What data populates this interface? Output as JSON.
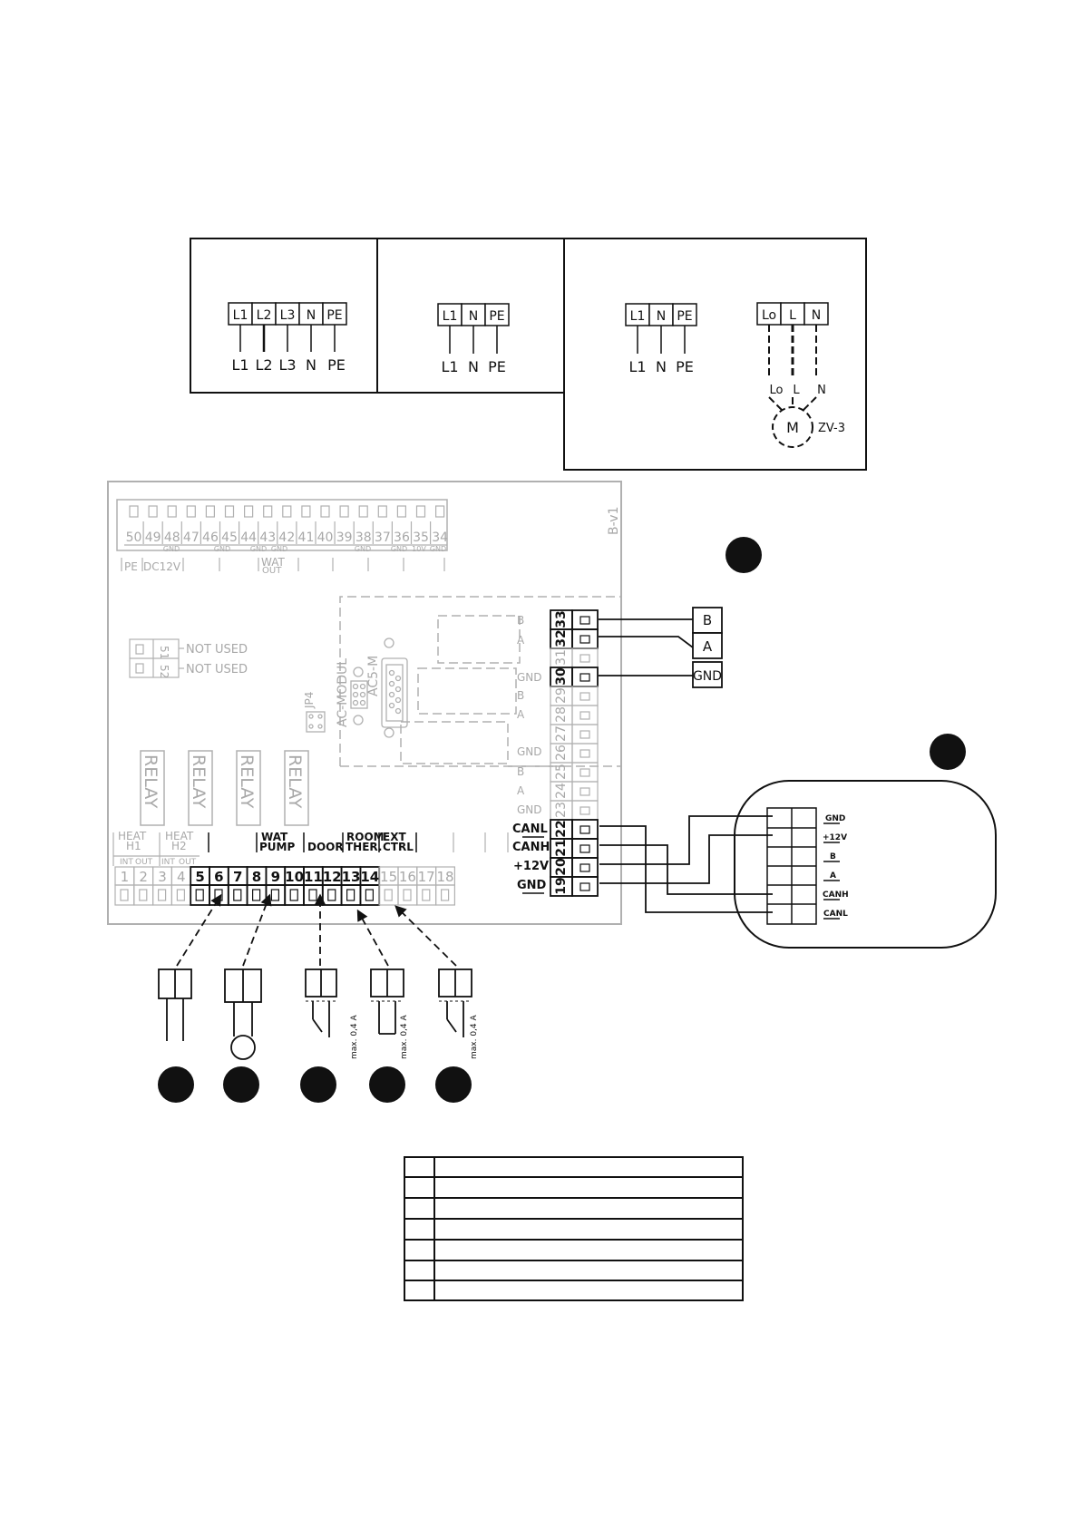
{
  "supply_panels": [
    {
      "id": "three-phase",
      "terminals": [
        "L1",
        "L2",
        "L3",
        "N",
        "PE"
      ],
      "wires": [
        "L1",
        "L2",
        "L3",
        "N",
        "PE"
      ]
    },
    {
      "id": "single-phase",
      "terminals": [
        "L1",
        "N",
        "PE"
      ],
      "wires": [
        "L1",
        "N",
        "PE"
      ]
    },
    {
      "id": "single-phase-valve",
      "terminals": [
        "L1",
        "N",
        "PE"
      ],
      "wires": [
        "L1",
        "N",
        "PE"
      ],
      "valve": {
        "terminals": [
          "Lo",
          "L",
          "N"
        ],
        "wire_labels": [
          "Lo",
          "L",
          "N"
        ],
        "motor": "M",
        "model": "ZV-3"
      }
    }
  ],
  "board": {
    "revision": "B-v1",
    "top_terminals": [
      "50",
      "49",
      "48",
      "47",
      "46",
      "45",
      "44",
      "43",
      "42",
      "41",
      "40",
      "39",
      "38",
      "37",
      "36",
      "35",
      "34"
    ],
    "top_sub_labels": [
      "GND",
      "GND",
      "GND",
      "GND",
      "GND",
      "GND",
      "10V",
      "GND"
    ],
    "top_group_labels": [
      "PE",
      "DC12V",
      "WAT",
      "OUT"
    ],
    "not_used": {
      "terminals": [
        "51",
        "52"
      ],
      "label": "NOT USED"
    },
    "module": {
      "jumper": "JP4",
      "modul": "AC-MODUL",
      "ac5": "AC5-M"
    },
    "relays": [
      "RELAY",
      "RELAY",
      "RELAY",
      "RELAY"
    ],
    "right_terminals": [
      "33",
      "32",
      "31",
      "30",
      "29",
      "28",
      "27",
      "26",
      "25",
      "24",
      "23",
      "22",
      "21",
      "20",
      "19"
    ],
    "right_signal_labels": [
      "B",
      "A",
      "GND",
      "B",
      "A",
      "GND",
      "B",
      "A",
      "GND"
    ],
    "right_labels_active": [
      "CANL",
      "CANH",
      "+12V",
      "GND"
    ],
    "right_rs485_labels": [
      "B",
      "A",
      "GND"
    ],
    "bottom_groups": [
      "HEAT",
      "H1",
      "HEAT",
      "H2",
      "WAT",
      "PUMP",
      "DOOR",
      "ROOM",
      "EXT",
      "THER.",
      "CTRL"
    ],
    "int_out": [
      "INT",
      "OUT",
      "INT",
      "OUT"
    ],
    "bottom_terminals": [
      "1",
      "2",
      "3",
      "4",
      "5",
      "6",
      "7",
      "8",
      "9",
      "10",
      "11",
      "12",
      "13",
      "14",
      "15",
      "16",
      "17",
      "18"
    ]
  },
  "rs485_box": [
    "B",
    "A",
    "GND"
  ],
  "controller": {
    "labels": [
      "GND",
      "+12V",
      "B",
      "A",
      "CANH",
      "CANL"
    ]
  },
  "loads": {
    "contact_rating": "max. 0,4 A"
  }
}
